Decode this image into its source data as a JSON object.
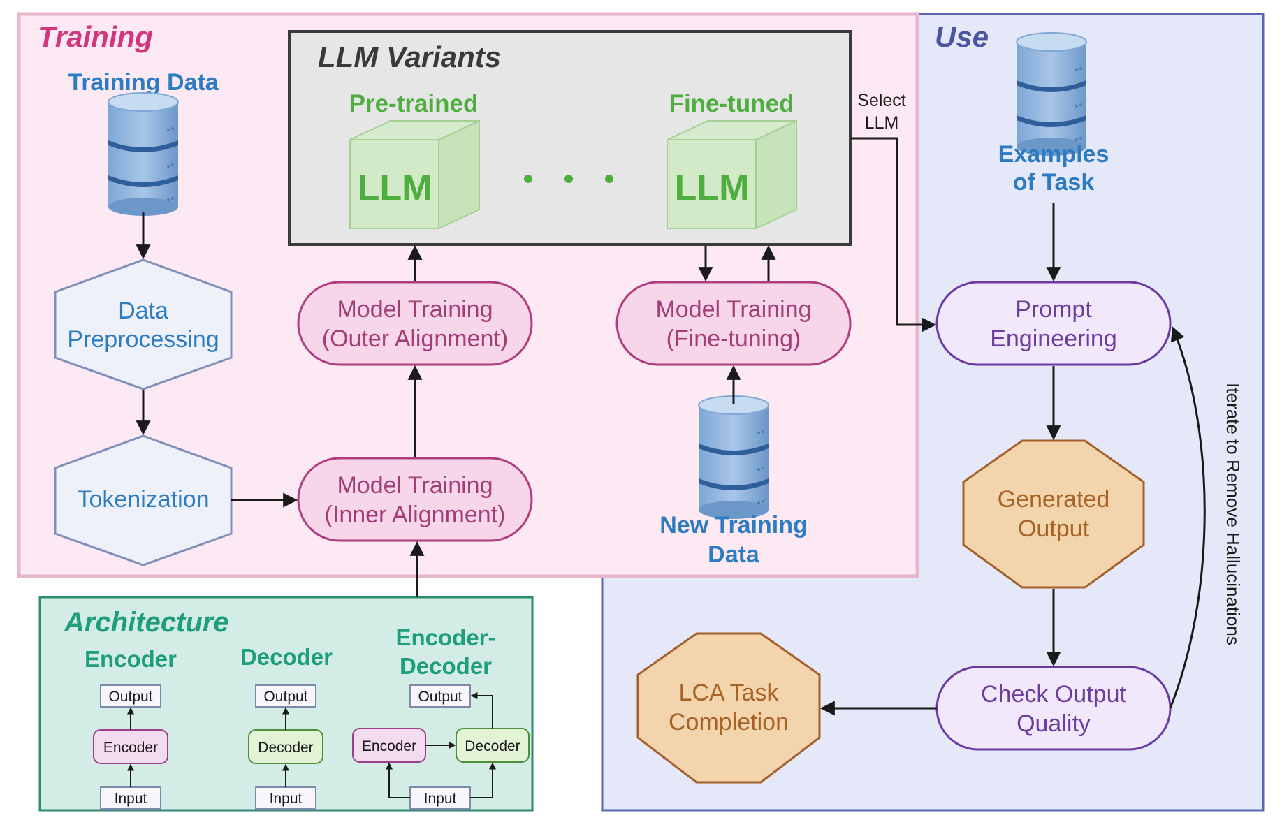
{
  "sections": {
    "training": "Training",
    "use": "Use",
    "architecture": "Architecture",
    "variants": "LLM Variants"
  },
  "variants": {
    "pretrained": "Pre-trained",
    "finetuned": "Fine-tuned",
    "llm": "LLM",
    "ellipsis": "• • •",
    "select_line1": "Select",
    "select_line2": "LLM"
  },
  "training": {
    "data_label": "Training Data",
    "preprocessing_line1": "Data",
    "preprocessing_line2": "Preprocessing",
    "tokenization": "Tokenization",
    "inner_line1": "Model Training",
    "inner_line2": "(Inner Alignment)",
    "outer_line1": "Model Training",
    "outer_line2": "(Outer Alignment)",
    "finetune_line1": "Model Training",
    "finetune_line2": "(Fine-tuning)",
    "new_data_line1": "New Training",
    "new_data_line2": "Data"
  },
  "use": {
    "examples_line1": "Examples",
    "examples_line2": "of Task",
    "prompt_line1": "Prompt",
    "prompt_line2": "Engineering",
    "generated_line1": "Generated",
    "generated_line2": "Output",
    "check_line1": "Check Output",
    "check_line2": "Quality",
    "lca_line1": "LCA Task",
    "lca_line2": "Completion",
    "iterate": "Iterate to Remove Hallucinations"
  },
  "architecture": {
    "encoder_title": "Encoder",
    "decoder_title": "Decoder",
    "encdec_line1": "Encoder-",
    "encdec_line2": "Decoder",
    "output": "Output",
    "input": "Input",
    "encoder": "Encoder",
    "decoder": "Decoder"
  },
  "colors": {
    "training_bg": "#fde9f3",
    "training_border": "#e8b6cc",
    "training_title": "#d1367f",
    "use_bg": "#e4e8f8",
    "use_border": "#5a66b0",
    "use_title": "#4a54a0",
    "arch_bg": "#d3ece5",
    "arch_border": "#2c8a73",
    "arch_title": "#1e9e7c",
    "blue_text": "#2d7cc1",
    "green_text": "#4fae3f",
    "pill_fill": "#f8d6ea",
    "pill_border": "#b03c7f",
    "pill_text": "#a23d76",
    "use_pill_fill": "#f1e9fb",
    "use_pill_border": "#6a3aa0",
    "use_pill_text": "#6c3c9e",
    "oct_fill": "#f3d5ad",
    "oct_border": "#a3602a",
    "oct_text": "#a86226"
  }
}
